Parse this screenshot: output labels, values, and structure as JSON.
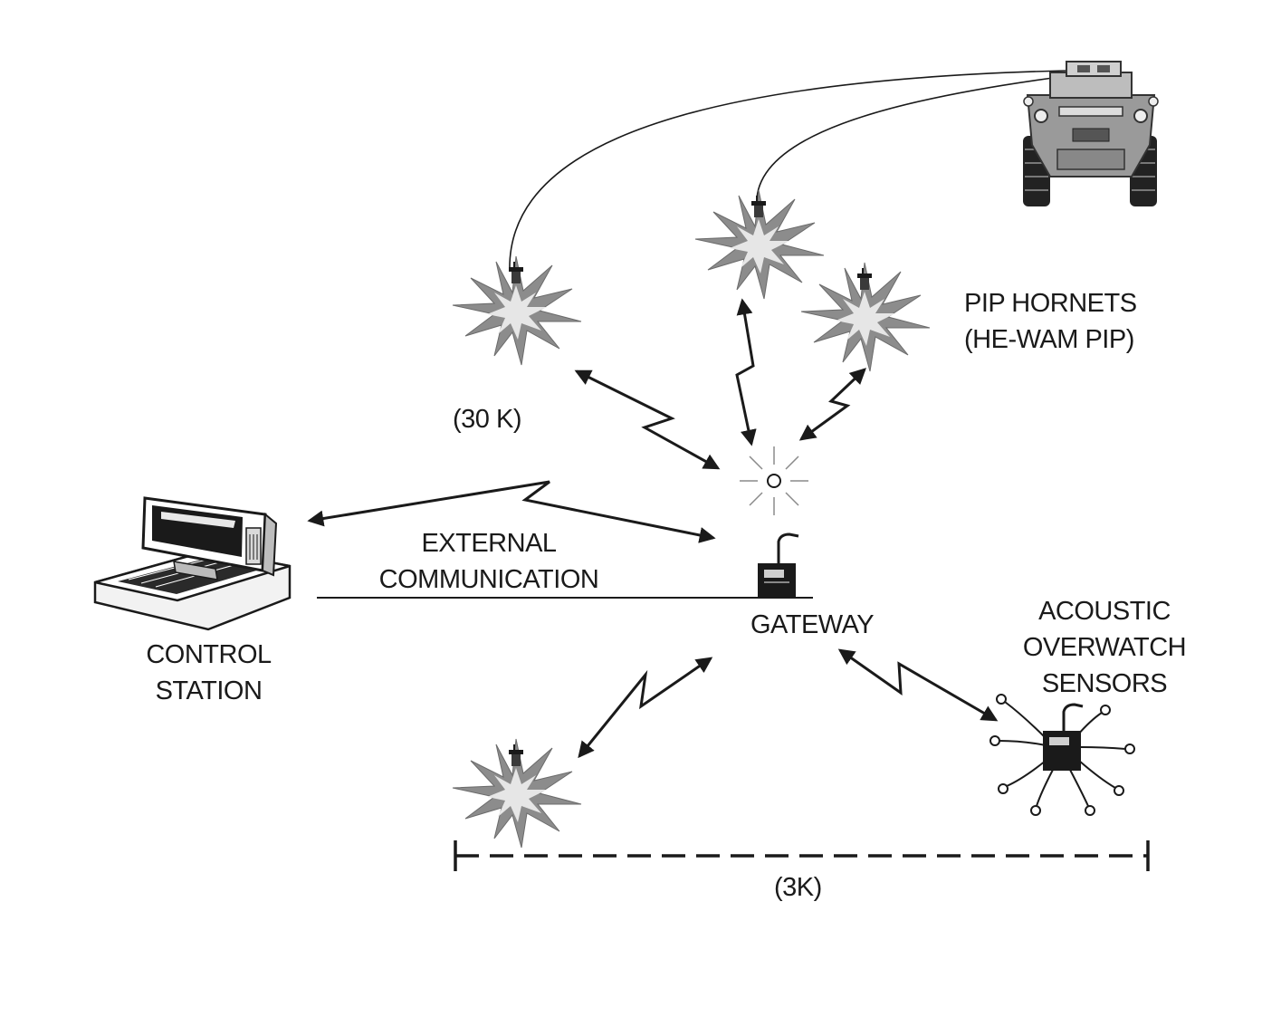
{
  "labels": {
    "pip_hornets": [
      "PIP HORNETS",
      "(HE-WAM PIP)"
    ],
    "range_30k": "(30 K)",
    "external_comm": [
      "EXTERNAL",
      "COMMUNICATION"
    ],
    "control_station": [
      "CONTROL",
      "STATION"
    ],
    "gateway": "GATEWAY",
    "acoustic": [
      "ACOUSTIC",
      "OVERWATCH",
      "SENSORS"
    ],
    "range_3k": "(3K)"
  },
  "icons": {
    "vehicle": "armored-vehicle-icon",
    "hornet": "hornet-burst-icon",
    "gateway": "gateway-radio-icon",
    "control_station": "computer-terminal-icon",
    "sensor": "acoustic-sensor-icon",
    "node": "relay-node-icon"
  },
  "colors": {
    "ink": "#1a1a1a",
    "burst": "#8c8c8c",
    "burst_light": "#e6e6e6",
    "vehicle": "#9a9a9a"
  }
}
